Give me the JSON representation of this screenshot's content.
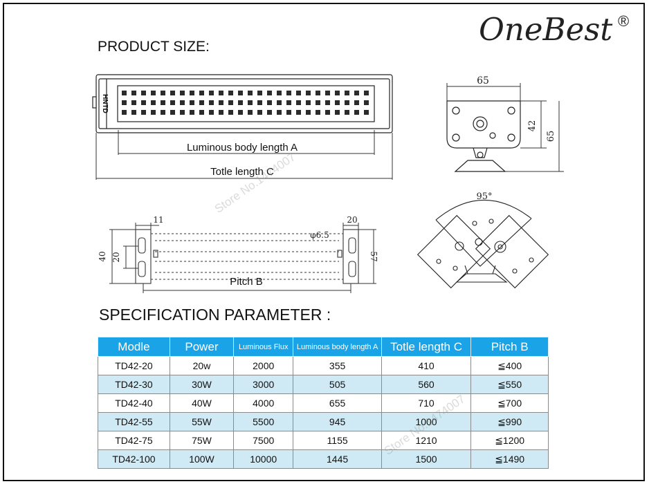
{
  "brand": {
    "name": "OneBest",
    "registered": "®"
  },
  "sections": {
    "product_size": "PRODUCT SIZE:",
    "spec_parameter": "SPECIFICATION PARAMETER :"
  },
  "drawing": {
    "side_label": "HNTD",
    "luminous_length": "Luminous body length A",
    "total_length": "Totle length C",
    "pitch": "Pitch B",
    "dim_65_top": "65",
    "dim_42": "42",
    "dim_65_side": "65",
    "dim_95": "95°",
    "dim_11": "11",
    "dim_20_right": "20",
    "dim_phi": "φ6.5",
    "dim_40": "40",
    "dim_20_left": "20",
    "dim_57": "57"
  },
  "watermark": "Store No.1474007",
  "table": {
    "headers": [
      "Modle",
      "Power",
      "Luminous Flux",
      "Luminous body length A",
      "Totle length C",
      "Pitch B"
    ],
    "rows": [
      [
        "TD42-20",
        "20w",
        "2000",
        "355",
        "410",
        "≦400"
      ],
      [
        "TD42-30",
        "30W",
        "3000",
        "505",
        "560",
        "≦550"
      ],
      [
        "TD42-40",
        "40W",
        "4000",
        "655",
        "710",
        "≦700"
      ],
      [
        "TD42-55",
        "55W",
        "5500",
        "945",
        "1000",
        "≦990"
      ],
      [
        "TD42-75",
        "75W",
        "7500",
        "1155",
        "1210",
        "≦1200"
      ],
      [
        "TD42-100",
        "100W",
        "10000",
        "1445",
        "1500",
        "≦1490"
      ]
    ]
  }
}
